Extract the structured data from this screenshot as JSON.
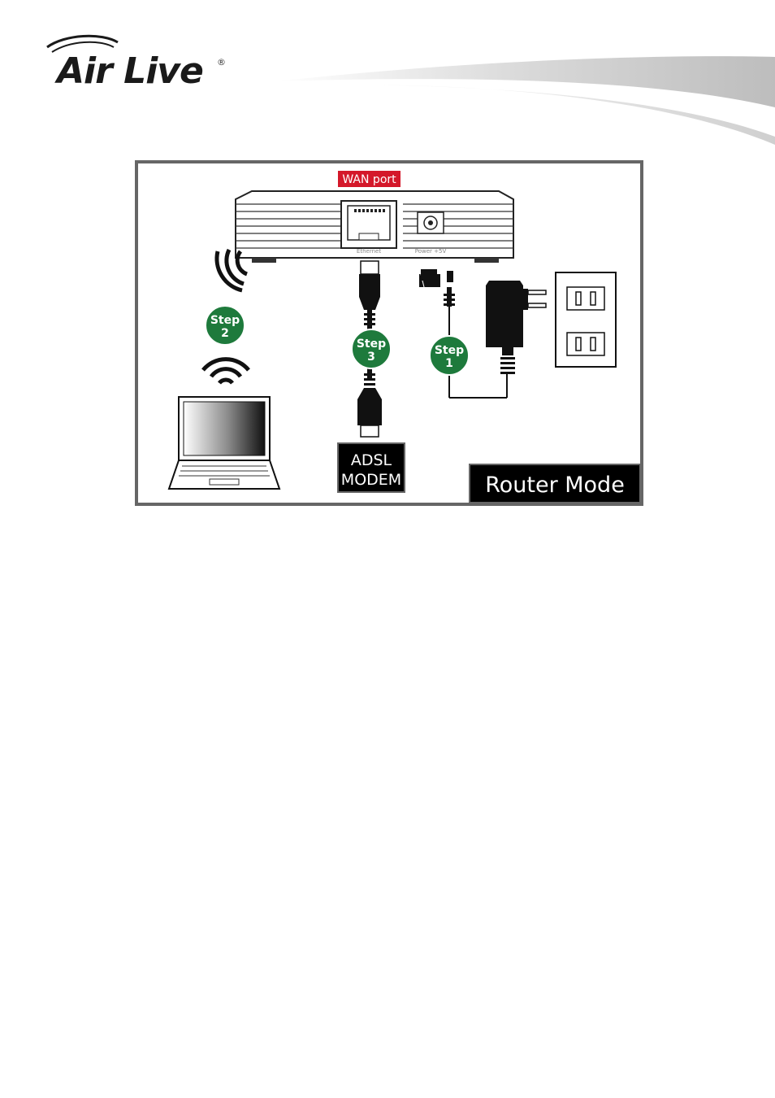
{
  "header": {
    "brand": "Air Live",
    "registered_mark": "®"
  },
  "diagram": {
    "wan_port_label": "WAN port",
    "ethernet_label": "Ethernet",
    "power_label": "Power +5V",
    "steps": [
      {
        "word": "Step",
        "number": "1"
      },
      {
        "word": "Step",
        "number": "2"
      },
      {
        "word": "Step",
        "number": "3"
      }
    ],
    "modem_line1": "ADSL",
    "modem_line2": "MODEM",
    "mode_title": "Router Mode"
  },
  "colors": {
    "step_green": "#1e7a3c",
    "wan_red": "#d4182a",
    "label_black": "#000000",
    "frame_grey": "#666666"
  }
}
